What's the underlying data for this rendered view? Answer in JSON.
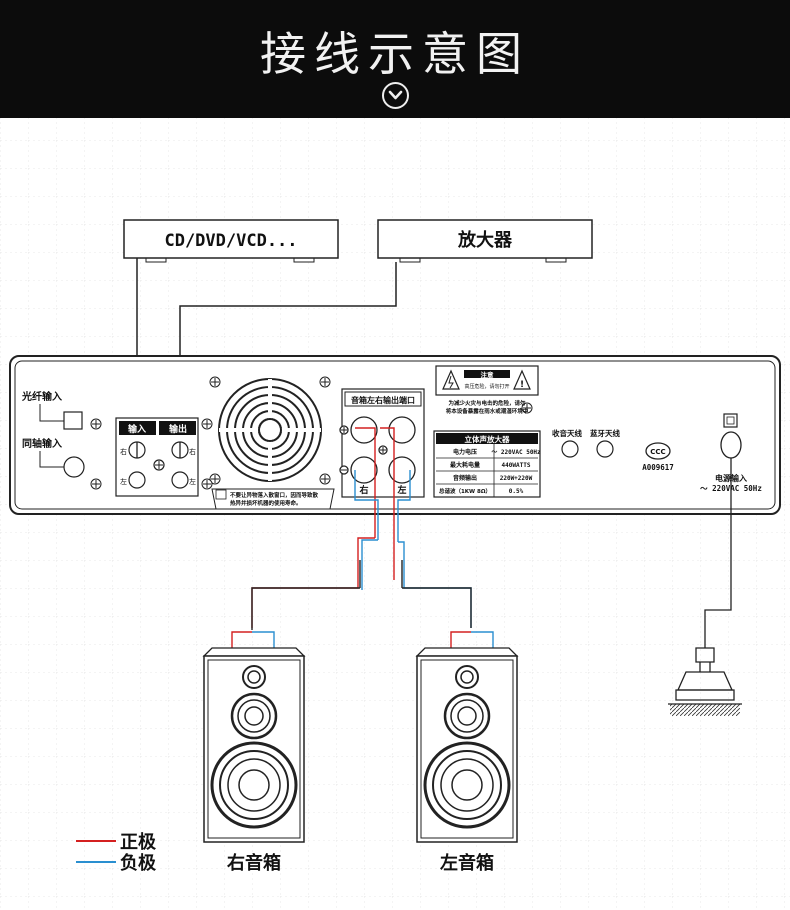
{
  "header": {
    "title": "接线示意图"
  },
  "devices": {
    "source": "CD/DVD/VCD...",
    "amplifier": "放大器"
  },
  "panel": {
    "optical_in": "光纤输入",
    "coaxial_in": "同轴输入",
    "input_label": "输入",
    "output_label": "输出",
    "right_small": "右",
    "left_small": "左",
    "fan_warning_line1": "不要让异物落入散窗口，因而导致散",
    "fan_warning_line2": "热异并损坏机器的使用寿命。",
    "speaker_output_title": "音箱左右输出端口",
    "right": "右",
    "left": "左",
    "caution_title": "注意",
    "caution_sub": "高压危险，请勿打开",
    "caution_text1": "为减少火灾与电击的危险，请勿",
    "caution_text2": "将本设备暴露在雨水或潮湿环境中",
    "spec_title": "立体声放大器",
    "specs": [
      {
        "k": "电力电压",
        "v": "～ 220VAC 50Hz"
      },
      {
        "k": "最大耗电量",
        "v": "440WATTS"
      },
      {
        "k": "音频输出",
        "v": "220W+220W"
      },
      {
        "k": "总谐波（1KW 8Ω）",
        "v": "0.5%"
      }
    ],
    "radio_antenna": "收音天线",
    "bt_antenna": "蓝牙天线",
    "ccc_code": "A009617",
    "power_in": "电源输入",
    "power_spec": "～ 220VAC 50Hz"
  },
  "speakers": {
    "right": "右音箱",
    "left": "左音箱"
  },
  "legend": {
    "positive": "正极",
    "negative": "负极"
  },
  "colors": {
    "positive": "#d42020",
    "negative": "#2a8fd0",
    "header_bg": "#0c0c0c"
  }
}
